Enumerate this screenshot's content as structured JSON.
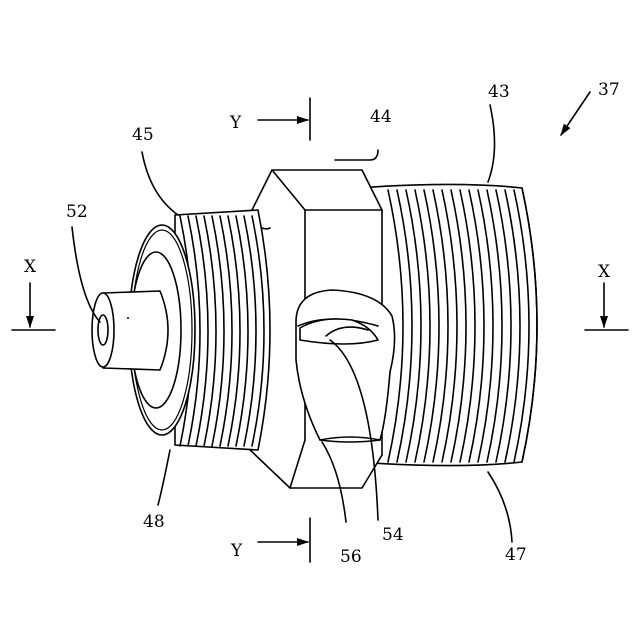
{
  "labels": {
    "ref_37": "37",
    "ref_43": "43",
    "ref_44": "44",
    "ref_45": "45",
    "ref_47": "47",
    "ref_48": "48",
    "ref_52": "52",
    "ref_54": "54",
    "ref_56": "56",
    "section_x_left": "X",
    "section_x_right": "X",
    "section_y_top": "Y",
    "section_y_bottom": "Y"
  }
}
